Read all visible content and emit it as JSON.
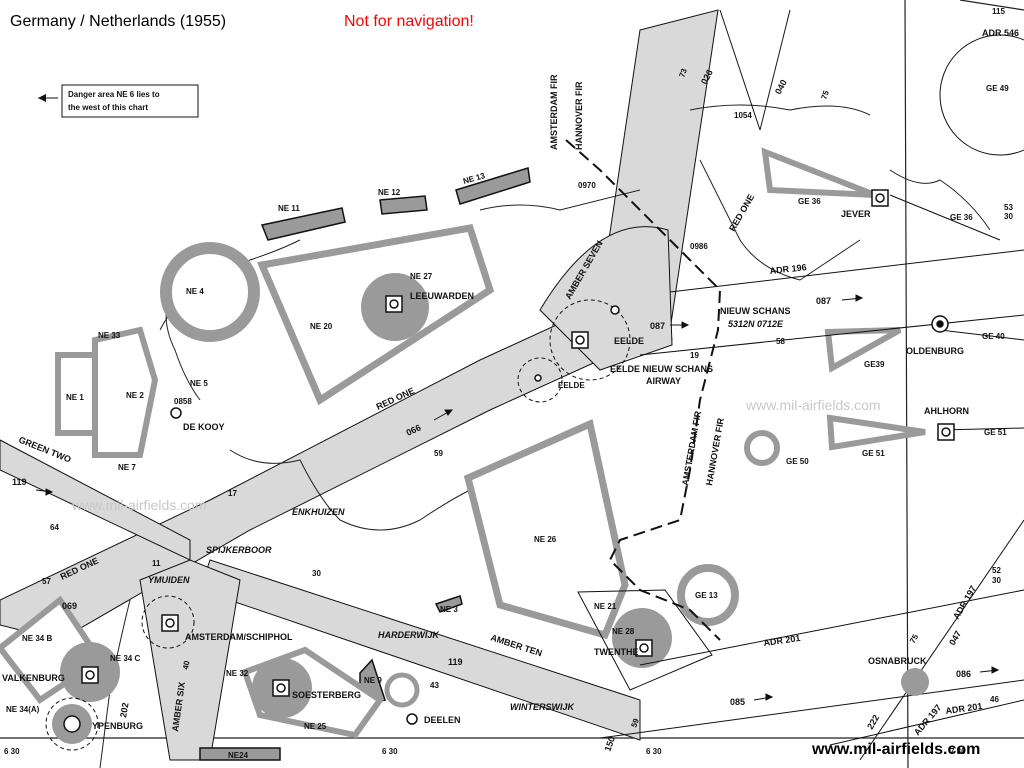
{
  "header": {
    "title": "Germany / Netherlands (1955)",
    "warning": "Not for navigation!",
    "warning_color": "#ff0000"
  },
  "notes": {
    "danger_line1": "Danger area NE 6 lies to",
    "danger_line2": "the west of this chart"
  },
  "watermarks": {
    "center": "www.mil-airfields.com",
    "left": "www.mil-airfields.com",
    "bottom": "www.mil-airfields.com"
  },
  "fir": {
    "top_amsterdam": "AMSTERDAM FIR",
    "top_hannover": "HANNOVER FIR",
    "mid_amsterdam": "AMSTERDAM FIR",
    "mid_hannover": "HANNOVER FIR"
  },
  "airfields": {
    "leeuwarden": "LEEUWARDEN",
    "eelde": "EELDE",
    "eelde_town": "EELDE",
    "jever": "JEVER",
    "oldenburg": "OLDENBURG",
    "ahlhorn": "AHLHORN",
    "twenthe": "TWENTHE",
    "soesterberg": "SOESTERBERG",
    "deelen": "DEELEN",
    "schiphol": "AMSTERDAM/SCHIPHOL",
    "valkenburg": "VALKENBURG",
    "ypenburg": "YPENBURG",
    "de_kooy": "DE KOOY",
    "osnabruck": "OSNABRUCK"
  },
  "places": {
    "enkhuizen": "ENKHUIZEN",
    "spijkerboor": "SPIJKERBOOR",
    "ymuiden": "YMUIDEN",
    "harderwijk": "HARDERWIJK",
    "winterswijk": "WINTERSWIJK",
    "nieuw_schans": "NIEUW SCHANS",
    "nieuw_schans_coord": "5312N  0712E"
  },
  "airways": {
    "red_one_north": "RED ONE",
    "red_one_mid": "RED ONE",
    "red_one_sw": "RED ONE",
    "amber_seven": "AMBER SEVEN",
    "amber_ten": "AMBER TEN",
    "amber_six": "AMBER SIX",
    "green_two": "GREEN TWO",
    "eelde_airway_1": "EELDE NIEUW SCHANS",
    "eelde_airway_2": "AIRWAY",
    "adr196": "ADR 196",
    "adr201_a": "ADR 201",
    "adr201_b": "ADR 201",
    "adr197_a": "ADR 197",
    "adr197_b": "ADR 197",
    "adr546": "ADR 546"
  },
  "areas": {
    "ne1": "NE 1",
    "ne2": "NE 2",
    "ne4": "NE 4",
    "ne5": "NE 5",
    "ne7": "NE 7",
    "ne9": "NE 9",
    "ne11": "NE 11",
    "ne12": "NE 12",
    "ne13": "NE 13",
    "ne20": "NE 20",
    "ne21": "NE 21",
    "ne25": "NE 25",
    "ne26": "NE 26",
    "ne27": "NE 27",
    "ne28": "NE 28",
    "ne3": "NE 3",
    "ne32": "NE 32",
    "ne33": "NE 33",
    "ne34b": "NE 34 B",
    "ne34c": "NE 34 C",
    "ne34a": "NE 34(A)",
    "ne24": "NE24",
    "ge13": "GE 13",
    "ge36a": "GE 36",
    "ge36b": "GE 36",
    "ge39": "GE39",
    "ge40": "GE 40",
    "ge49": "GE 49",
    "ge50": "GE 50",
    "ge51a": "GE 51",
    "ge51b": "GE 51"
  },
  "numbers": {
    "b026": "026",
    "b040": "040",
    "b087a": "087",
    "b087b": "087",
    "b066": "066",
    "b119a": "119",
    "b119b": "119",
    "b069": "069",
    "b202": "202",
    "b085": "085",
    "b086": "086",
    "b047": "047",
    "b222": "222",
    "b150": "150",
    "e0970": "0970",
    "e0986": "0986",
    "e1054": "1054",
    "e0858": "0858",
    "r73": "73",
    "r75a": "75",
    "r75b": "75",
    "r58": "58",
    "r19": "19",
    "r59a": "59",
    "r59b": "59",
    "r17": "17",
    "r11": "11",
    "r64": "64",
    "r57": "57",
    "r30": "30",
    "r40": "40",
    "r43": "43",
    "r46": "46",
    "r53": "53",
    "r30b": "30",
    "r52": "52",
    "r30c": "30",
    "v630a": "6 30",
    "v630b": "6 30",
    "v630c": "6 30",
    "v730": "7 30",
    "top115": "115"
  },
  "colors": {
    "airway_fill": "#d9d9d9",
    "danger_fill": "#9a9a9a",
    "line": "#111111"
  }
}
